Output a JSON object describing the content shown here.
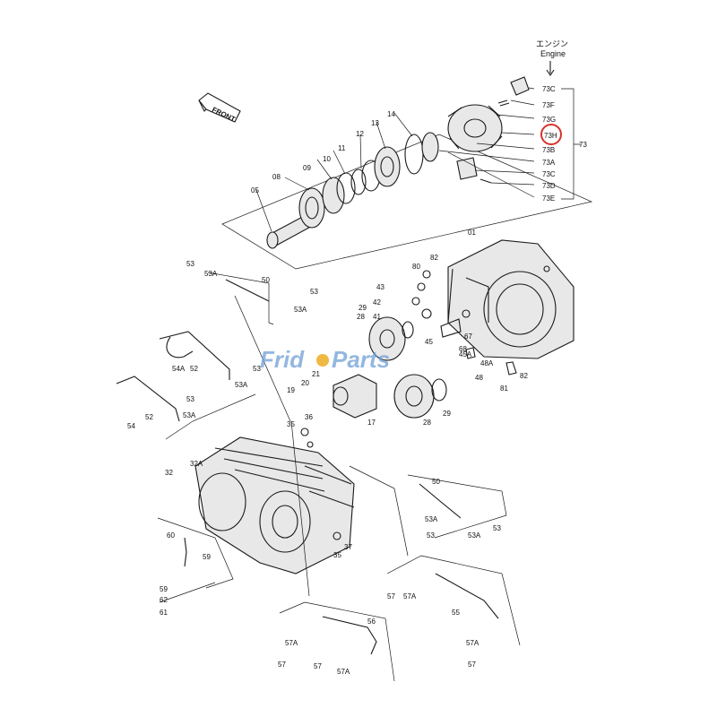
{
  "engine_label_jp": "エンジン",
  "engine_label": "Engine",
  "front_label": "FRONT",
  "watermark": {
    "part_a": "Frid",
    "part_b": "Parts"
  },
  "highlighted_part": "73H",
  "part_labels": [
    "73C",
    "73F",
    "73G",
    "73H",
    "73",
    "73B",
    "73A",
    "73C",
    "73D",
    "73E",
    "14",
    "13",
    "12",
    "11",
    "10",
    "09",
    "08",
    "05",
    "01",
    "82",
    "80",
    "43",
    "42",
    "41",
    "29",
    "28",
    "67",
    "68",
    "45",
    "45A",
    "48A",
    "48",
    "82",
    "81",
    "20",
    "21",
    "19",
    "17",
    "28",
    "29",
    "53",
    "53A",
    "50",
    "53",
    "53A",
    "54A",
    "52",
    "53",
    "53A",
    "54",
    "52",
    "53",
    "53A",
    "36",
    "35",
    "32A",
    "32",
    "37",
    "35",
    "50",
    "53A",
    "53",
    "53A",
    "53",
    "60",
    "59",
    "59",
    "62",
    "61",
    "56",
    "57A",
    "57",
    "57",
    "57A",
    "55",
    "57",
    "57A",
    "57A",
    "57"
  ]
}
